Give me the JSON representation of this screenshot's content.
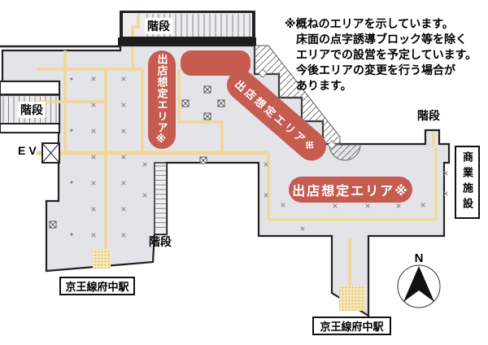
{
  "map": {
    "note": {
      "lines": [
        "※概ねのエリアを示しています。",
        "床面の点字誘導ブロック等を除く",
        "エリアでの設営を予定しています。",
        "今後エリアの変更を行う場合が",
        "あります。"
      ]
    },
    "labels": {
      "stairs_top": "階段",
      "stairs_left": "階段",
      "stairs_middle": "階段",
      "stairs_right": "階段",
      "elevator": "EV",
      "commercial_facility": "商業施設",
      "station_left": "京王線府中駅",
      "station_bottom": "京王線府中駅",
      "compass_north": "N"
    },
    "areas": {
      "vertical_label": "出店想定エリア※",
      "diagonal_label": "出店想定エリア※",
      "bottom_label": "出店想定エリア※"
    },
    "colors": {
      "floor": "#e4e4e8",
      "wall": "#1e1e1e",
      "area_red": "#c65b50",
      "tactile_yellow": "#f0d795"
    }
  }
}
